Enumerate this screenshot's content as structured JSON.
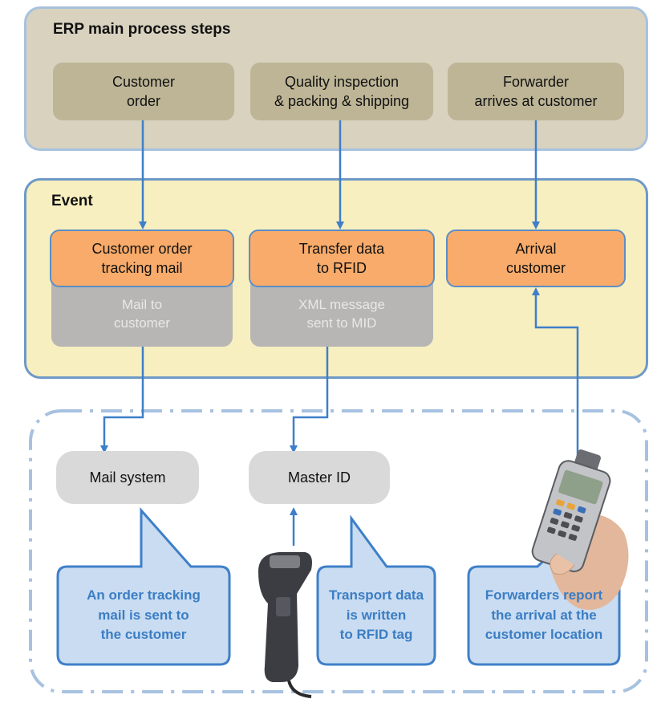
{
  "erp": {
    "title": "ERP main process steps",
    "steps": [
      "Customer\norder",
      "Quality inspection\n& packing & shipping",
      "Forwarder\narrives at customer"
    ]
  },
  "event": {
    "title": "Event",
    "boxes": [
      {
        "label": "Customer order\ntracking mail",
        "sub": "Mail to\ncustomer"
      },
      {
        "label": "Transfer data\nto RFID",
        "sub": "XML message\nsent to MID"
      },
      {
        "label": "Arrival\ncustomer"
      }
    ]
  },
  "systems": {
    "mail": "Mail system",
    "master": "Master ID"
  },
  "callouts": [
    "An order tracking\nmail is sent to\nthe customer",
    "Transport data\nis written\nto RFID tag",
    "Forwarders report\nthe arrival at the\ncustomer location"
  ],
  "colors": {
    "erp_panel": "#d8d2bf",
    "erp_box": "#bdb596",
    "event_panel": "#f7efc0",
    "event_box": "#f8ab6a",
    "arrow": "#3f7fc8",
    "callout_fill": "#c9dcf1",
    "callout_text": "#3b7dc4"
  },
  "icons": [
    "rfid-scanner-icon",
    "handheld-terminal-icon"
  ]
}
